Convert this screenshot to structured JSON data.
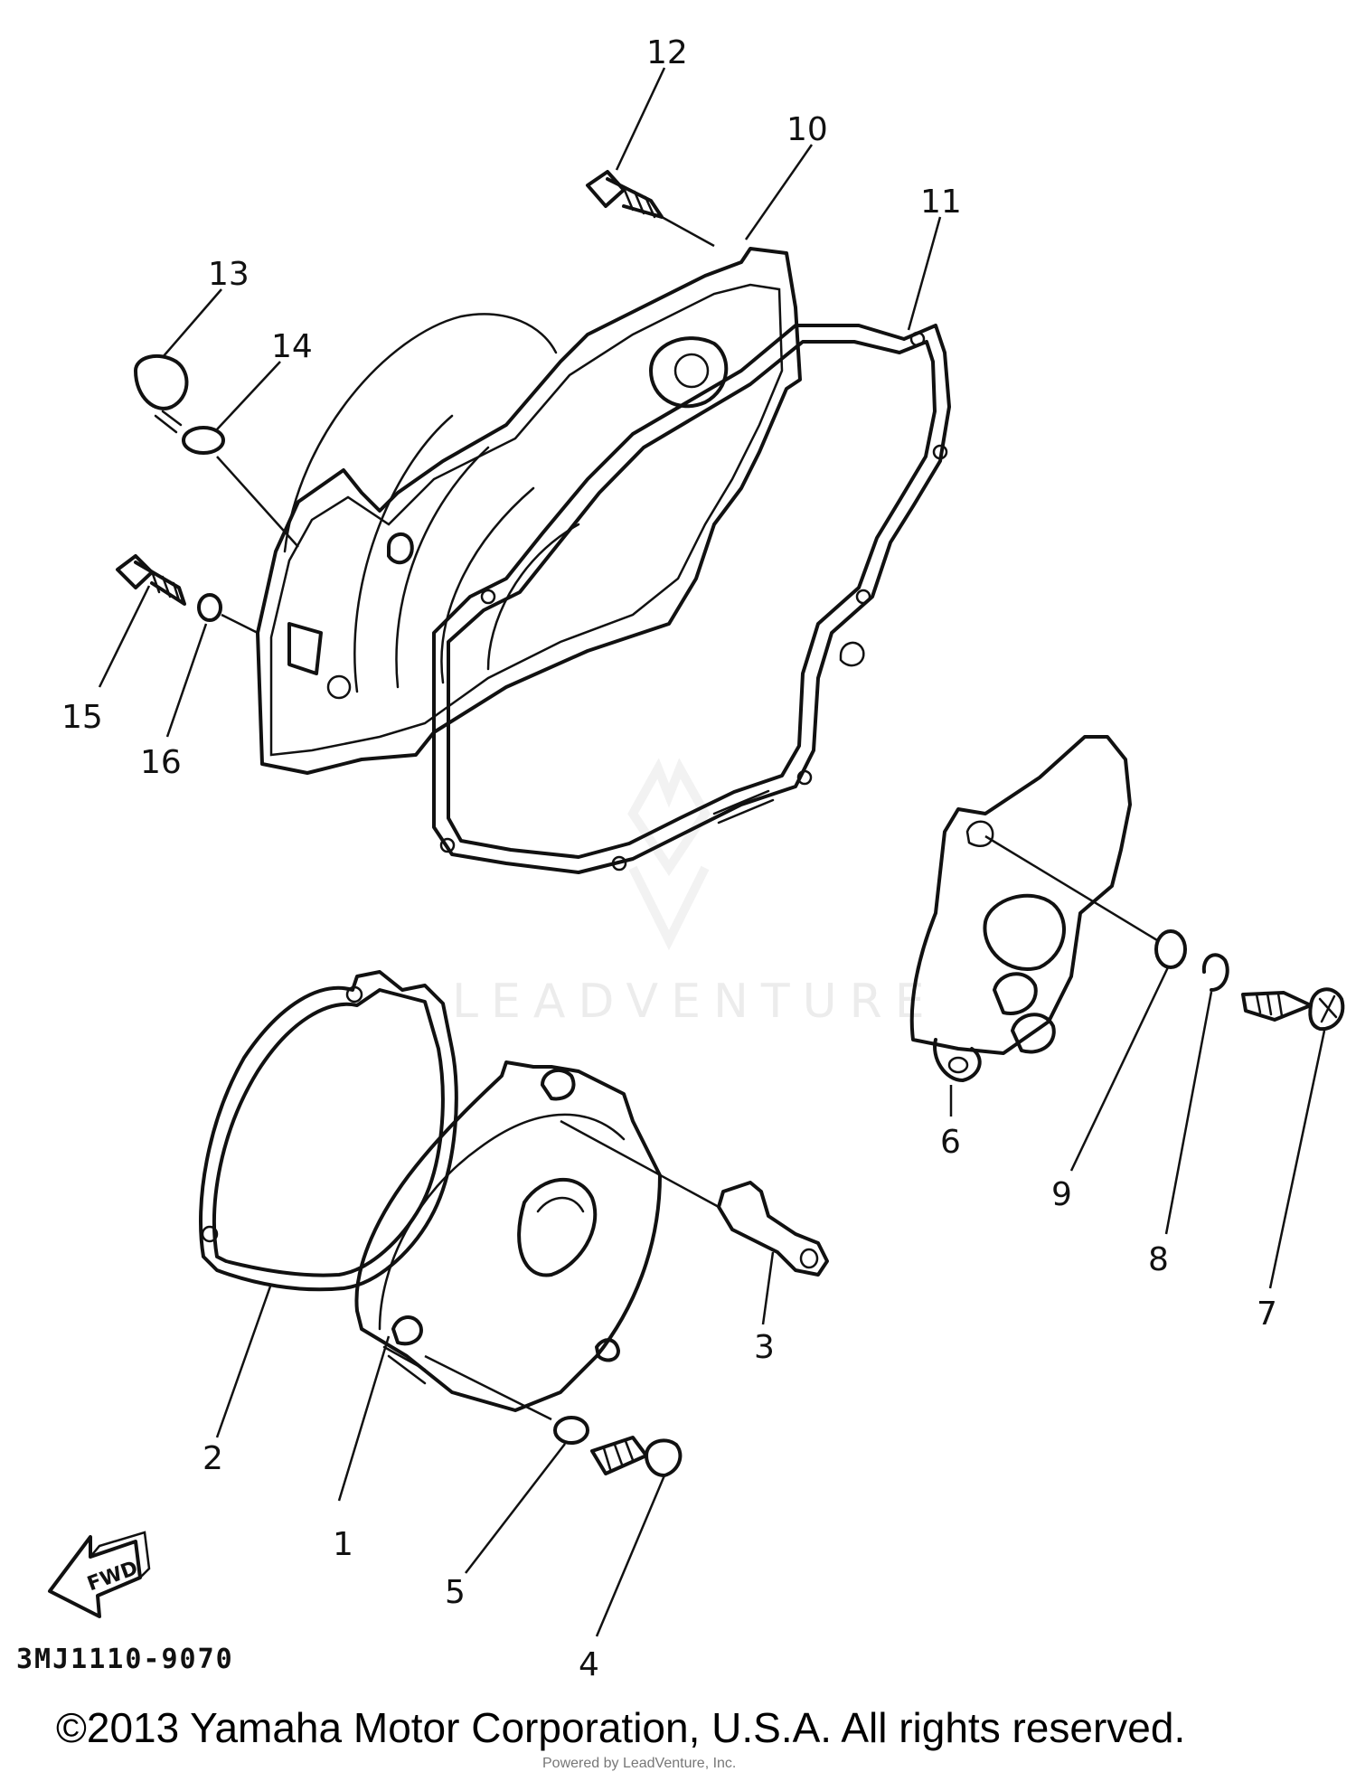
{
  "diagram": {
    "callouts": [
      {
        "id": "1",
        "label": "1"
      },
      {
        "id": "2",
        "label": "2"
      },
      {
        "id": "3",
        "label": "3"
      },
      {
        "id": "4",
        "label": "4"
      },
      {
        "id": "5",
        "label": "5"
      },
      {
        "id": "6",
        "label": "6"
      },
      {
        "id": "7",
        "label": "7"
      },
      {
        "id": "8",
        "label": "8"
      },
      {
        "id": "9",
        "label": "9"
      },
      {
        "id": "10",
        "label": "10"
      },
      {
        "id": "11",
        "label": "11"
      },
      {
        "id": "12",
        "label": "12"
      },
      {
        "id": "13",
        "label": "13"
      },
      {
        "id": "14",
        "label": "14"
      },
      {
        "id": "15",
        "label": "15"
      },
      {
        "id": "16",
        "label": "16"
      }
    ],
    "fwd_arrow_label": "FWD",
    "drawing_code": "3MJ1110-9070"
  },
  "watermark": {
    "text": "LEADVENTURE",
    "icon": "leadventure-logo-icon"
  },
  "footer": {
    "copyright": "©2013 Yamaha Motor Corporation, U.S.A. All rights reserved.",
    "subline": "Powered by LeadVenture, Inc."
  }
}
